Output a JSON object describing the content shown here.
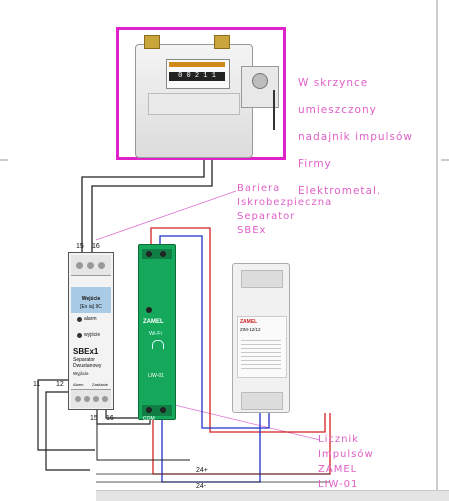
{
  "gas_meter": {
    "display_digits": "0 0 2 1 1",
    "hint_text": "Wskrzynce umieszczony nadajnik impulsów firmy Elektrometal."
  },
  "annotations": {
    "meter_note_line1": "W skrzynce umieszczony",
    "meter_note_line2": "nadajnik impulsów Firmy",
    "meter_note_line3": "Elektrometal.",
    "barrier_line1": "Bariera",
    "barrier_line2": "Iskrobezpieczna",
    "barrier_line3": "Separator",
    "barrier_line4": "SBEx",
    "counter_line1": "Licznik",
    "counter_line2": "Impulsów",
    "counter_line3": "ZAMEL",
    "counter_line4": "LIW-01"
  },
  "separator": {
    "brand": "SBEx1",
    "name_line1": "Separator",
    "name_line2": "Dwustanowy",
    "input_label": "Wejście",
    "ex_label": "[Ex ia] IIC",
    "alarm_label": "alarm",
    "output_label": "wyjście",
    "top_terminals": [
      "15",
      "16"
    ],
    "bottom_terminals_left": [
      "11",
      "12"
    ],
    "bottom_terminals_right": [
      "15",
      "16"
    ],
    "power_label": "Wyjście",
    "alarm_out": "Alarm",
    "supply_out": "Zasilanie"
  },
  "liw": {
    "brand": "ZAMEL",
    "model": "LIW-01",
    "wifi": "Wi-Fi",
    "com_label": "COM"
  },
  "psu": {
    "brand": "ZAMEL",
    "model": "ZIM-12/12"
  },
  "wire_labels": {
    "n15_top": "15",
    "n16_top": "16",
    "n11": "11",
    "n12": "12",
    "n15_bottom": "15",
    "n16_bottom": "16",
    "plus": "24+",
    "minus": "24-"
  },
  "colors": {
    "highlight_border": "#e020c8",
    "pink_text": "#e060c8",
    "wire_red": "#d42020",
    "wire_blue": "#2030c8",
    "wire_black": "#222222",
    "module_green": "#16a85a"
  }
}
